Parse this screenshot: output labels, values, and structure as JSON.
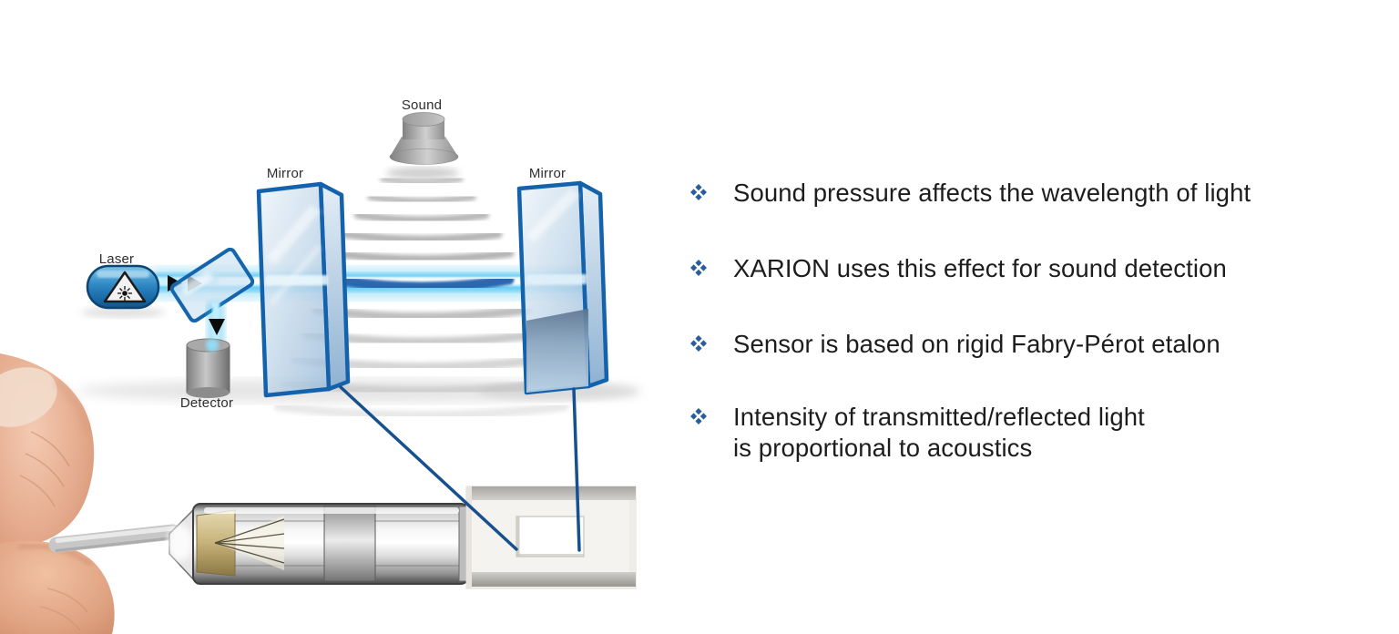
{
  "slide": {
    "background": "#ffffff"
  },
  "diagram": {
    "labels": {
      "sound": "Sound",
      "mirror_left": "Mirror",
      "mirror_right": "Mirror",
      "laser": "Laser",
      "detector": "Detector"
    },
    "colors": {
      "beam_glow": "#45c2f1",
      "beam_core": "#eafaff",
      "mirror_frame": "#1462ac",
      "mirror_glass": "#bcd4e8",
      "sound_wave": "#a9a9a9",
      "sound_wave_highlight": "#2463ae",
      "callout_line": "#17508f",
      "funnel_gray": "#9a9a9a",
      "detector_gray": "#9d9d9d"
    }
  },
  "bullets": {
    "bullet_color": "#2a5d9e",
    "text_color": "#1d1d1d",
    "items": [
      "Sound pressure affects the wavelength of light",
      "XARION uses this effect for sound detection",
      "Sensor is based on rigid Fabry-Pérot etalon",
      "Intensity of transmitted/reflected light\nis proportional to acoustics"
    ]
  }
}
